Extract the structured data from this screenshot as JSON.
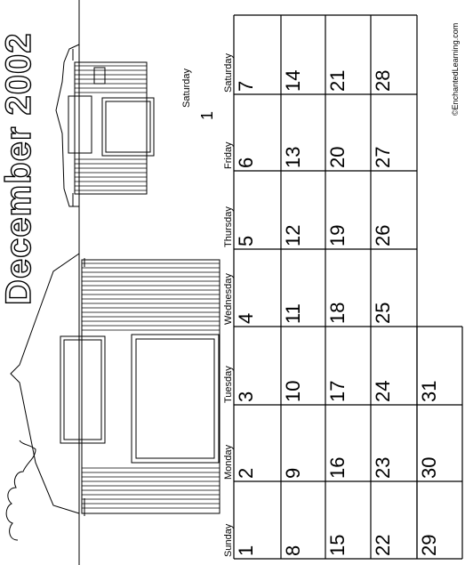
{
  "title": "December 2002",
  "credit": "©EnchantedLearning.com",
  "weekdays": [
    "Sunday",
    "Monday",
    "Tuesday",
    "Wednesday",
    "Thursday",
    "Friday",
    "Saturday"
  ],
  "extra_day": {
    "name": "Saturday",
    "number": "1"
  },
  "weeks": [
    [
      "1",
      "2",
      "3",
      "4",
      "5",
      "6",
      "7"
    ],
    [
      "8",
      "9",
      "10",
      "11",
      "12",
      "13",
      "14"
    ],
    [
      "15",
      "16",
      "17",
      "18",
      "19",
      "20",
      "21"
    ],
    [
      "22",
      "23",
      "24",
      "25",
      "26",
      "27",
      "28"
    ],
    [
      "29",
      "30",
      "31",
      "",
      "",
      "",
      ""
    ]
  ]
}
